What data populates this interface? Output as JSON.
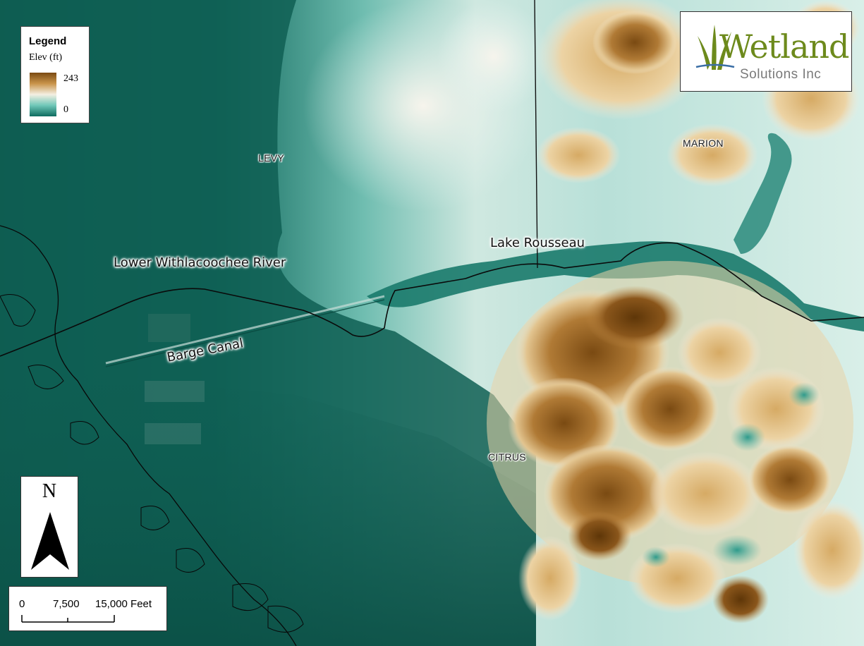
{
  "map": {
    "county_labels": {
      "levy": "LEVY",
      "marion": "MARION",
      "citrus": "CITRUS"
    },
    "feature_labels": {
      "lake": "Lake Rousseau",
      "river": "Lower Withlacoochee River",
      "canal": "Barge Canal"
    },
    "colors": {
      "low_elevation": "#0d5a4f",
      "mid_elevation": "#f4efe2",
      "high_elevation": "#7a4a12"
    }
  },
  "legend": {
    "title": "Legend",
    "layer": "Elev (ft)",
    "max_label": "243",
    "min_label": "0"
  },
  "logo": {
    "wordmark": "Wetland",
    "tagline": "Solutions Inc",
    "brand_color": "#6d8a1c"
  },
  "north_arrow": {
    "label": "N",
    "icon": "north-arrow-icon"
  },
  "scale_bar": {
    "ticks": [
      "0",
      "7,500",
      "15,000 Feet"
    ]
  }
}
